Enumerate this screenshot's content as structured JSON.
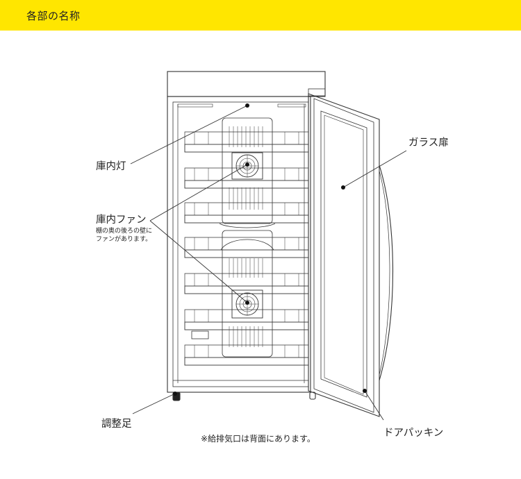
{
  "header": {
    "title": "各部の名称",
    "accent_color": "#ffe600"
  },
  "labels": {
    "interior_light": "庫内灯",
    "glass_door": "ガラス扉",
    "interior_fan": "庫内ファン",
    "fan_note_line1": "棚の奥の後ろの壁に",
    "fan_note_line2": "ファンがあります。",
    "adjuster_foot": "調整足",
    "door_gasket": "ドアパッキン"
  },
  "footer": {
    "note": "※給排気口は背面にあります。"
  },
  "icons": {
    "fan": "fan-icon",
    "leader_dot": "dot-marker"
  }
}
